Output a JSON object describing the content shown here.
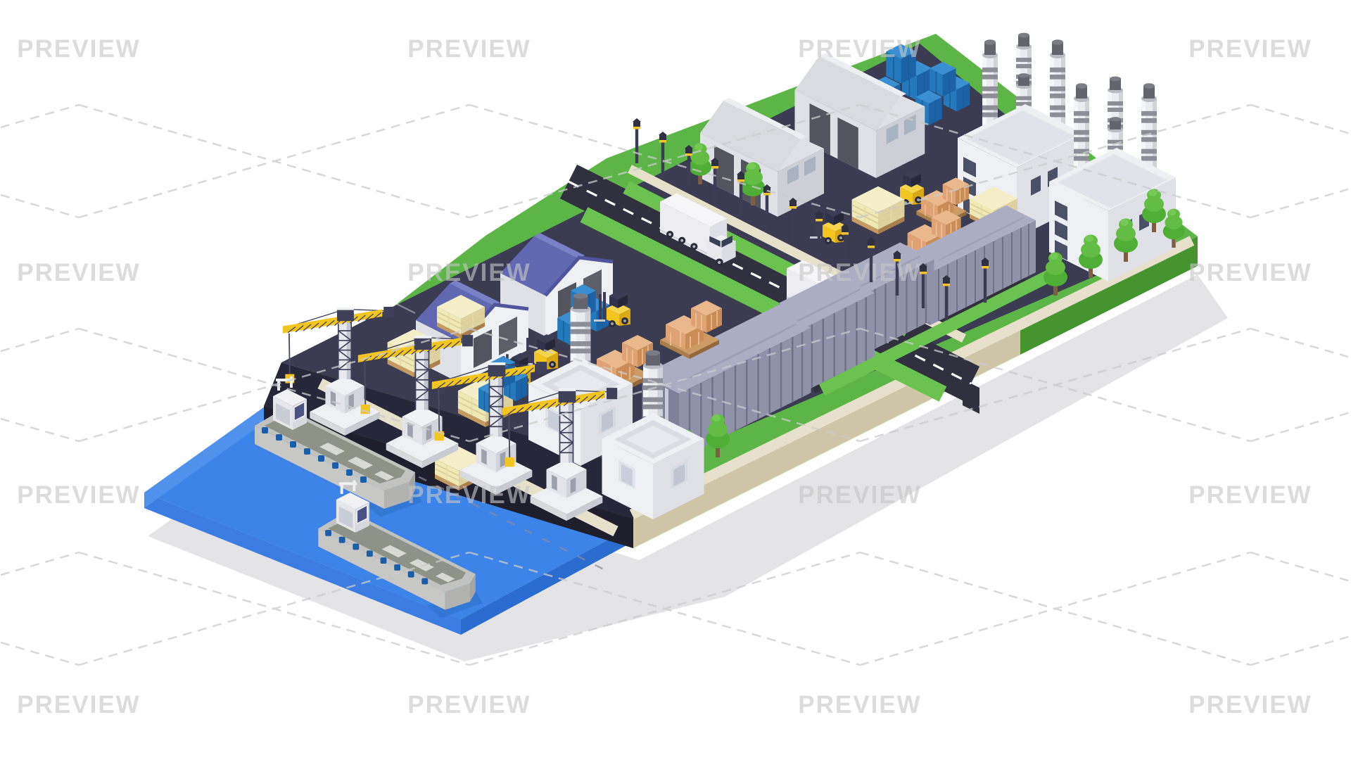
{
  "watermark": {
    "text": "PREVIEW",
    "columns": [
      112,
      667,
      1222,
      1777
    ],
    "rows": [
      70,
      388,
      704,
      1002
    ]
  },
  "scene": {
    "subject": "Isometric industrial seaport illustration",
    "elements": [
      "water",
      "cargo barges",
      "tower cranes",
      "dock",
      "gable warehouses",
      "purple-roof warehouses",
      "factories with striped smokestacks",
      "chimney buildings",
      "blue container stacks",
      "gray ribbed shipping containers",
      "orange crate pallets",
      "yellow lumber pallets",
      "forklifts",
      "box trucks",
      "trees",
      "street lamps",
      "roads with dashed lane lines",
      "green lawn terraces",
      "beige walkways"
    ]
  },
  "palette": {
    "bg": "#ffffff",
    "watermark": "#c7c7c7",
    "dash": "#cbcbcb",
    "shadow": "#e4e4e6",
    "waterTop": "#3d84e8",
    "waterSide": "#2b6cd0",
    "waterFront": "#3b7de2",
    "shipShadow": "#2e6fc4",
    "grassTop": "#5db547",
    "grassSide": "#47942f",
    "grassBright": "#6cc24e",
    "yard": "#3b3b52",
    "yardRoad": "#30303f",
    "dock": "#27273a",
    "sideDark": "#1e1e2d",
    "walkTop": "#e7e0cb",
    "walkSide": "#cfc5a7",
    "roadLine": "#ffffff",
    "wallLight": "#eef0f3",
    "wallMid": "#e0e1e7",
    "wallDark": "#cdced6",
    "roofLight": "#dadbe0",
    "doorDark": "#54545e",
    "windowGlass": "#a9b4c2",
    "windowDark": "#4a5066",
    "roofPurple": "#6168b1",
    "roofPurpleDark": "#50549c",
    "roofPurpleLight": "#7a81c6",
    "chimneyBand": "#8e8e98",
    "chimneyCap": "#64646e",
    "contBlue": "#2479bd",
    "contBlueDark": "#1b63a6",
    "contBlueTop": "#3a8ed2",
    "contGray": "#9092aa",
    "contGrayDark": "#7e8198",
    "contGrayTop": "#abadc2",
    "contRib": "#70728a",
    "crateOrange": "#e0a376",
    "crateOrangeDark": "#ca8d58",
    "crateOrangeTop": "#eab88d",
    "palletYellow": "#efe9b6",
    "palletYellowDark": "#ded2a0",
    "palletYellowTop": "#f4efc8",
    "wood": "#c59a63",
    "woodDark": "#a87f4d",
    "machineYellow": "#f3c51f",
    "machineYellowDark": "#d9a813",
    "machineDark": "#3c3d54",
    "truckWhite": "#ededf1",
    "wheelDark": "#2b2b38",
    "treeA": "#63bd45",
    "treeB": "#4fae36",
    "trunk": "#7c5f40",
    "shipDeck": "#8f9286",
    "hull": "#c7c7c5",
    "hullDark": "#b2b2b0",
    "cabin": "#e7e7ea",
    "shipWin": "#4b5284",
    "fender": "#1b5da6",
    "lampLight": "#f5c62b"
  }
}
